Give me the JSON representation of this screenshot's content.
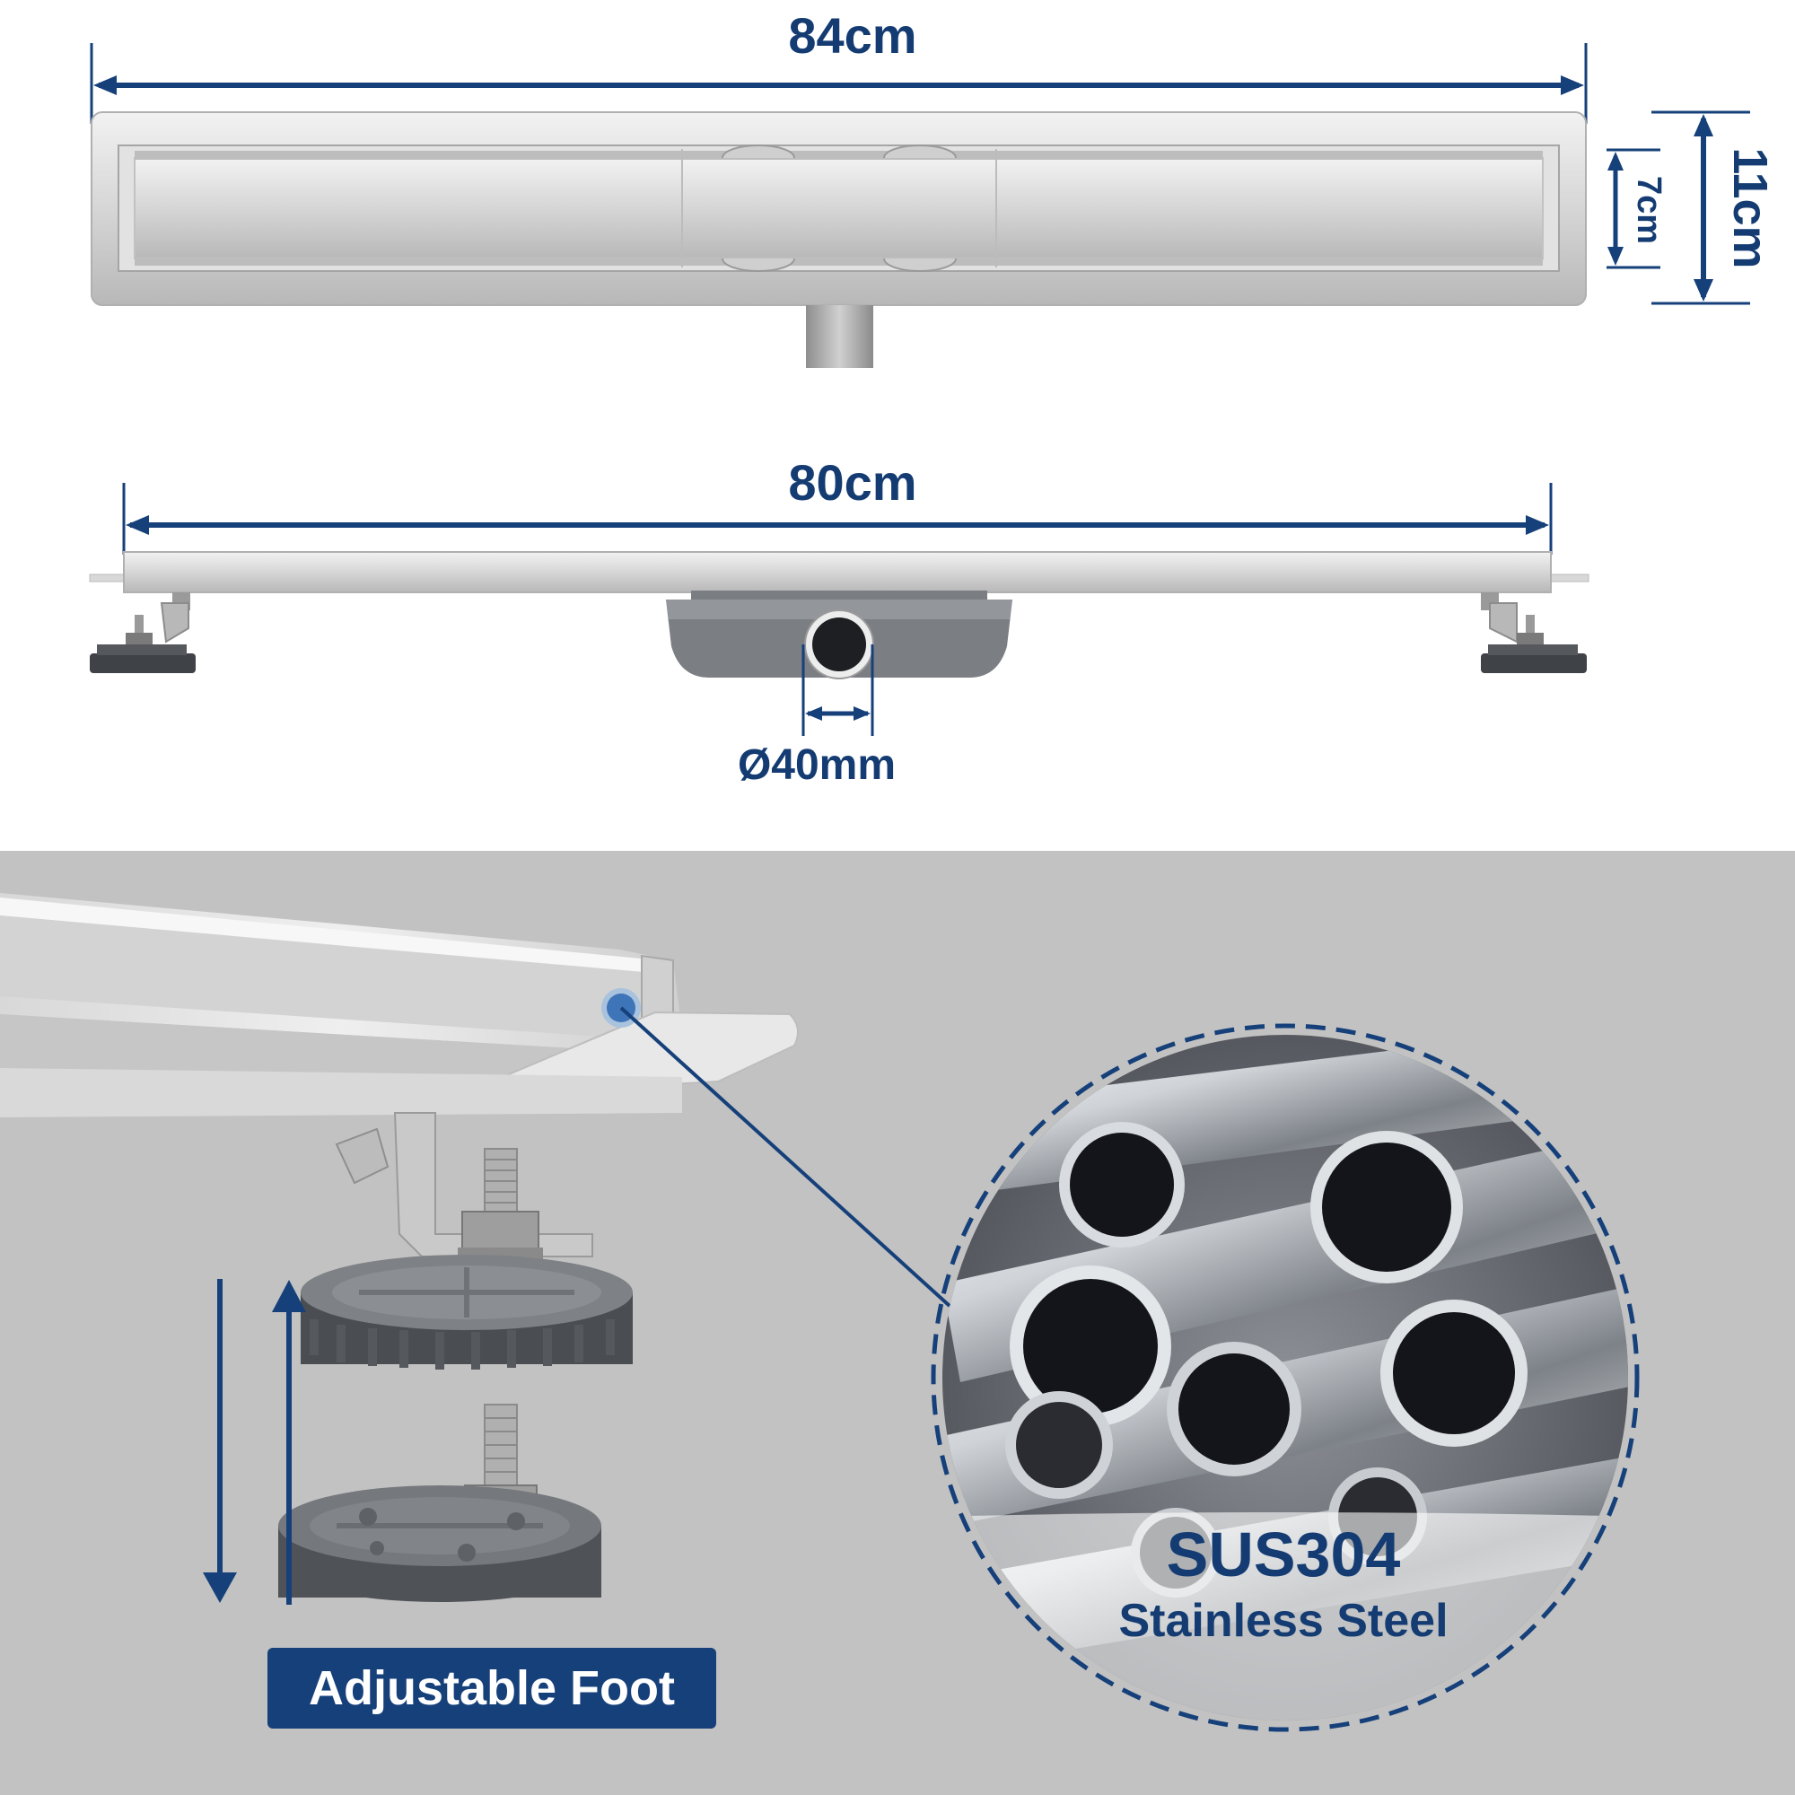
{
  "dimensions": {
    "top_width": "84cm",
    "bottom_width": "80cm",
    "outer_height": "11cm",
    "inner_height": "7cm",
    "outlet_diameter": "Ø40mm"
  },
  "labels": {
    "foot_label": "Adjustable Foot",
    "material_code": "SUS304",
    "material_name": "Stainless Steel"
  },
  "colors": {
    "accent": "#16407a",
    "background_lower": "#c2c2c2"
  }
}
